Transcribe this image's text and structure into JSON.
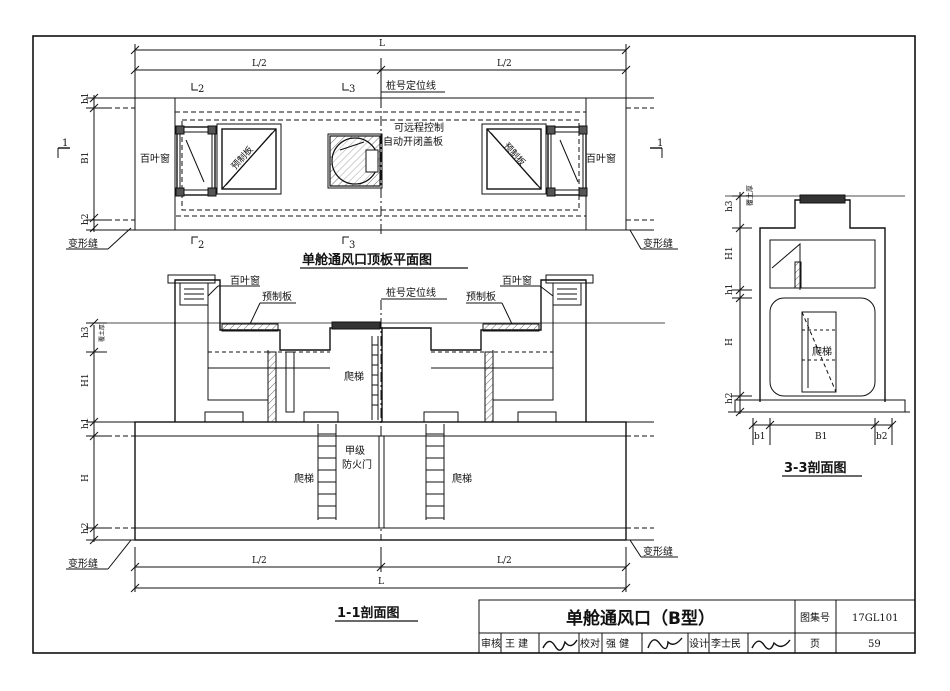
{
  "dims": {
    "L": "L",
    "L_half": "L/2",
    "b1": "b1",
    "b2": "b2",
    "B1": "B1",
    "h1": "h1",
    "h2": "h2",
    "h3": "h3",
    "H": "H",
    "H1": "H1",
    "cut1": "1",
    "cut2": "2",
    "cut3": "3"
  },
  "labels": {
    "pile_line": "桩号定位线",
    "louver": "百叶窗",
    "precast_slab": "预制板",
    "remote_cover_line1": "可远程控制",
    "remote_cover_line2": "自动开闭盖板",
    "deformation_joint": "变形缝",
    "ladder": "爬梯",
    "fire_door_line1": "甲级",
    "fire_door_line2": "防火门",
    "soil_cover": "覆土厚"
  },
  "views": {
    "plan_title": "单舱通风口顶板平面图",
    "section_11_title": "1-1剖面图",
    "section_33_title": "3-3剖面图"
  },
  "title_block": {
    "main_title": "单舱通风口（B型）",
    "atlas_label": "图集号",
    "atlas_no": "17GL101",
    "page_label": "页",
    "page_no": "59",
    "review_label": "审核",
    "review_name": "王 建",
    "check_label": "校对",
    "check_name": "强 健",
    "design_label": "设计",
    "design_name": "李士民"
  }
}
